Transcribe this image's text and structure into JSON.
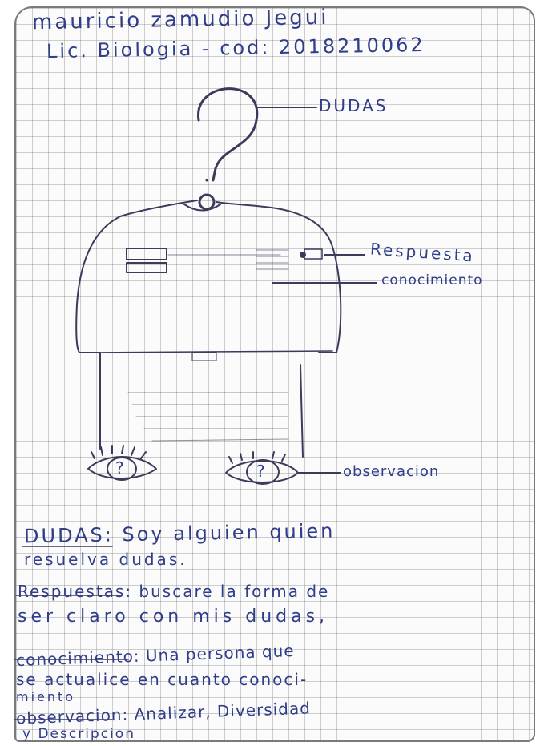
{
  "header": {
    "name_line": "mauricio zamudio Jegui",
    "program_line": "Lic. Biologia - cod: 2018210062"
  },
  "drawing": {
    "labels": {
      "dudas": "DUDAS",
      "respuesta": "Respuesta",
      "conocimiento": "conocimiento",
      "observacion": "observacion"
    },
    "eye_mark": "?"
  },
  "notes": [
    {
      "term": "DUDAS:",
      "line1": " Soy alguien quien",
      "line2": "resuelva dudas."
    },
    {
      "term": "Respuestas:",
      "line1": " buscare la forma de",
      "line2": "ser claro con mis dudas,"
    },
    {
      "term": "conocimiento:",
      "line1": " Una persona que",
      "line2": "se actualice en cuanto conoci-",
      "line3": "miento"
    },
    {
      "term": "observacion:",
      "line1": " Analizar, Diversidad",
      "line2": "y Descripcion"
    }
  ],
  "colors": {
    "ink": "#2f3d8a",
    "pencil": "#3b3b5c",
    "grid": "#9a9a9a"
  }
}
